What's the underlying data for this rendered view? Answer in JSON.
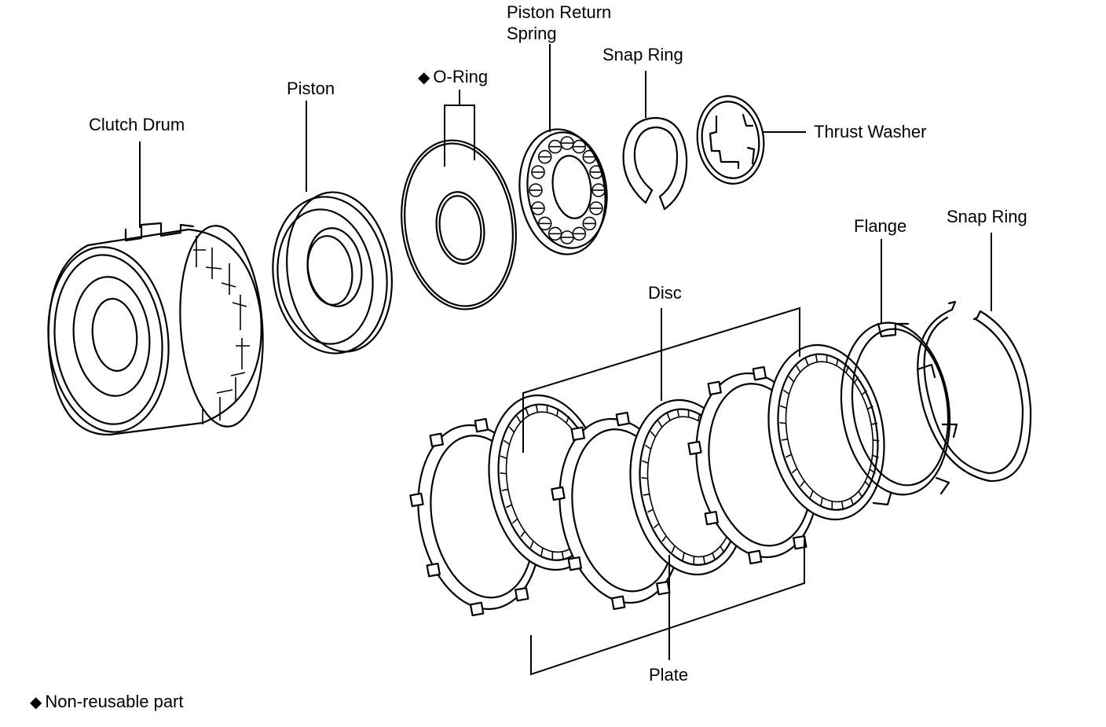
{
  "labels": {
    "clutch_drum": "Clutch Drum",
    "piston": "Piston",
    "o_ring": "O-Ring",
    "piston_return_spring_line1": "Piston Return",
    "piston_return_spring_line2": "Spring",
    "snap_ring_top": "Snap Ring",
    "thrust_washer": "Thrust Washer",
    "flange": "Flange",
    "snap_ring_right": "Snap Ring",
    "disc": "Disc",
    "plate": "Plate"
  },
  "legend": {
    "symbol": "◆",
    "text": "Non-reusable part"
  },
  "non_reusable_marker": "◆"
}
